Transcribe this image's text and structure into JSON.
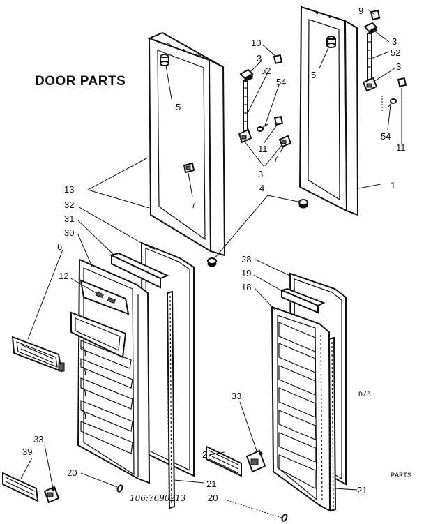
{
  "title": "DOOR PARTS",
  "footer": {
    "serial": "106:7690213",
    "code": "D/5",
    "parts": "PARTS"
  },
  "callouts": [
    {
      "id": "c1",
      "text": "9"
    },
    {
      "id": "c2",
      "text": "3"
    },
    {
      "id": "c3",
      "text": "52"
    },
    {
      "id": "c4",
      "text": "3"
    },
    {
      "id": "c5",
      "text": "10"
    },
    {
      "id": "c6",
      "text": "3"
    },
    {
      "id": "c7",
      "text": "52"
    },
    {
      "id": "c8",
      "text": "54"
    },
    {
      "id": "c9",
      "text": "5"
    },
    {
      "id": "c10",
      "text": "5"
    },
    {
      "id": "c11",
      "text": "54"
    },
    {
      "id": "c12",
      "text": "11"
    },
    {
      "id": "c13",
      "text": "11"
    },
    {
      "id": "c14",
      "text": "7"
    },
    {
      "id": "c15",
      "text": "3"
    },
    {
      "id": "c16",
      "text": "7"
    },
    {
      "id": "c17",
      "text": "1"
    },
    {
      "id": "c18",
      "text": "13"
    },
    {
      "id": "c19",
      "text": "4"
    },
    {
      "id": "c20",
      "text": "32"
    },
    {
      "id": "c21",
      "text": "31"
    },
    {
      "id": "c22",
      "text": "30"
    },
    {
      "id": "c23",
      "text": "6"
    },
    {
      "id": "c24",
      "text": "12"
    },
    {
      "id": "c25",
      "text": "28"
    },
    {
      "id": "c26",
      "text": "19"
    },
    {
      "id": "c27",
      "text": "18"
    },
    {
      "id": "c28",
      "text": "33"
    },
    {
      "id": "c29",
      "text": "33"
    },
    {
      "id": "c30",
      "text": "39"
    },
    {
      "id": "c31",
      "text": "2"
    },
    {
      "id": "c32",
      "text": "20"
    },
    {
      "id": "c33",
      "text": "21"
    },
    {
      "id": "c34",
      "text": "20"
    },
    {
      "id": "c35",
      "text": "21"
    }
  ]
}
